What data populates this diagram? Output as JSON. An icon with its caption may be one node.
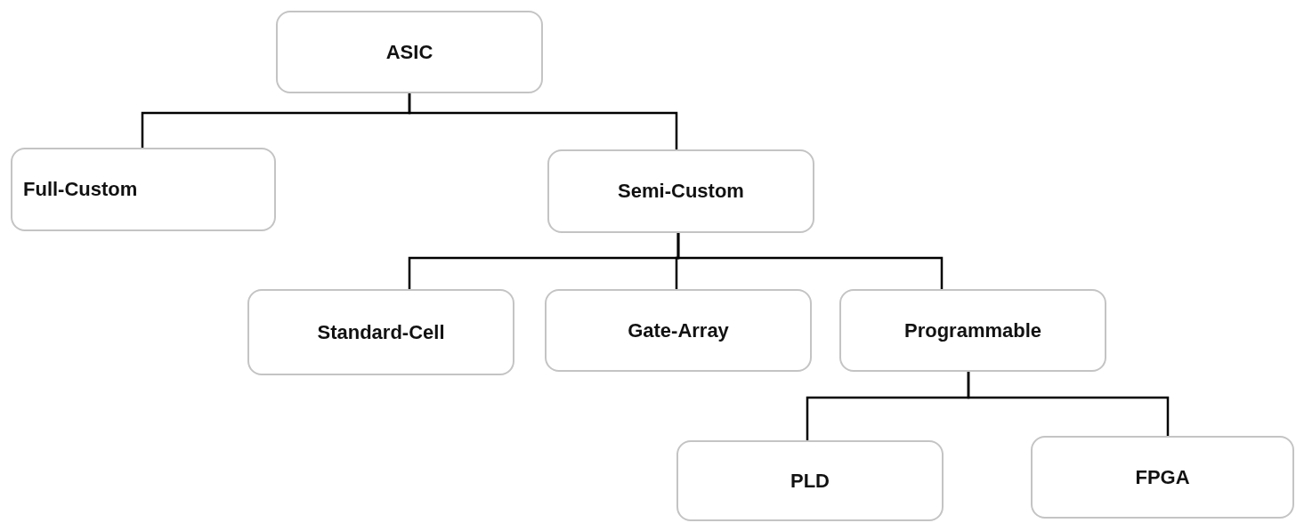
{
  "diagram": {
    "nodes": [
      {
        "text": [
          "ASIC"
        ]
      },
      {
        "text": [
          "Full-Custom"
        ]
      },
      {
        "text": [
          "Semi-Custom"
        ]
      },
      {
        "text": [
          "Standard-Cell"
        ]
      },
      {
        "text": [
          "Gate-Array"
        ]
      },
      {
        "text": [
          "Programmable"
        ]
      },
      {
        "text": [
          "PLD"
        ]
      },
      {
        "text": [
          "FPGA"
        ]
      }
    ],
    "edges": [
      {
        "from": 0,
        "to": 1,
        "arrow": "none"
      },
      {
        "from": 0,
        "to": 2,
        "arrow": "none"
      },
      {
        "from": 2,
        "to": 3,
        "arrow": "none"
      },
      {
        "from": 2,
        "to": 4,
        "arrow": "none"
      },
      {
        "from": 2,
        "to": 5,
        "arrow": "none"
      },
      {
        "from": 5,
        "to": 6,
        "arrow": "none"
      },
      {
        "from": 5,
        "to": 7,
        "arrow": "none"
      }
    ]
  }
}
